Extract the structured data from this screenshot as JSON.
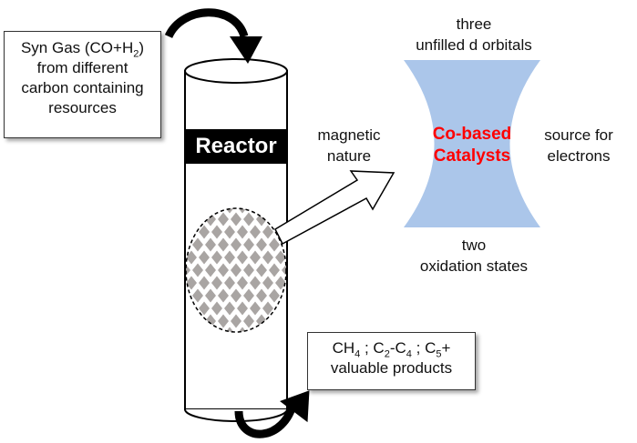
{
  "input_box": {
    "line1_prefix": "Syn Gas (CO+H",
    "line1_sub": "2",
    "line1_suffix": ")",
    "line2": "from different",
    "line3": "carbon containing",
    "line4": "resources"
  },
  "reactor": {
    "label": "Reactor"
  },
  "output_box": {
    "ch": "CH",
    "ch_sub": "4",
    "sep1": " ; C",
    "c1_sub": "2",
    "dash": "-C",
    "c2_sub": "4",
    "sep2": " ; C",
    "c3_sub": "5",
    "plus": "+",
    "line2": "valuable products"
  },
  "catalyst": {
    "title_line1": "Co-based",
    "title_line2": "Catalysts",
    "fill_color": "#abc6ea",
    "title_color": "#ff0000"
  },
  "properties": {
    "top_line1": "three",
    "top_line2": "unfilled d orbitals",
    "left_line1": "magnetic",
    "left_line2": "nature",
    "right_line1": "source for",
    "right_line2": "electrons",
    "bottom_line1": "two",
    "bottom_line2": "oxidation states"
  }
}
